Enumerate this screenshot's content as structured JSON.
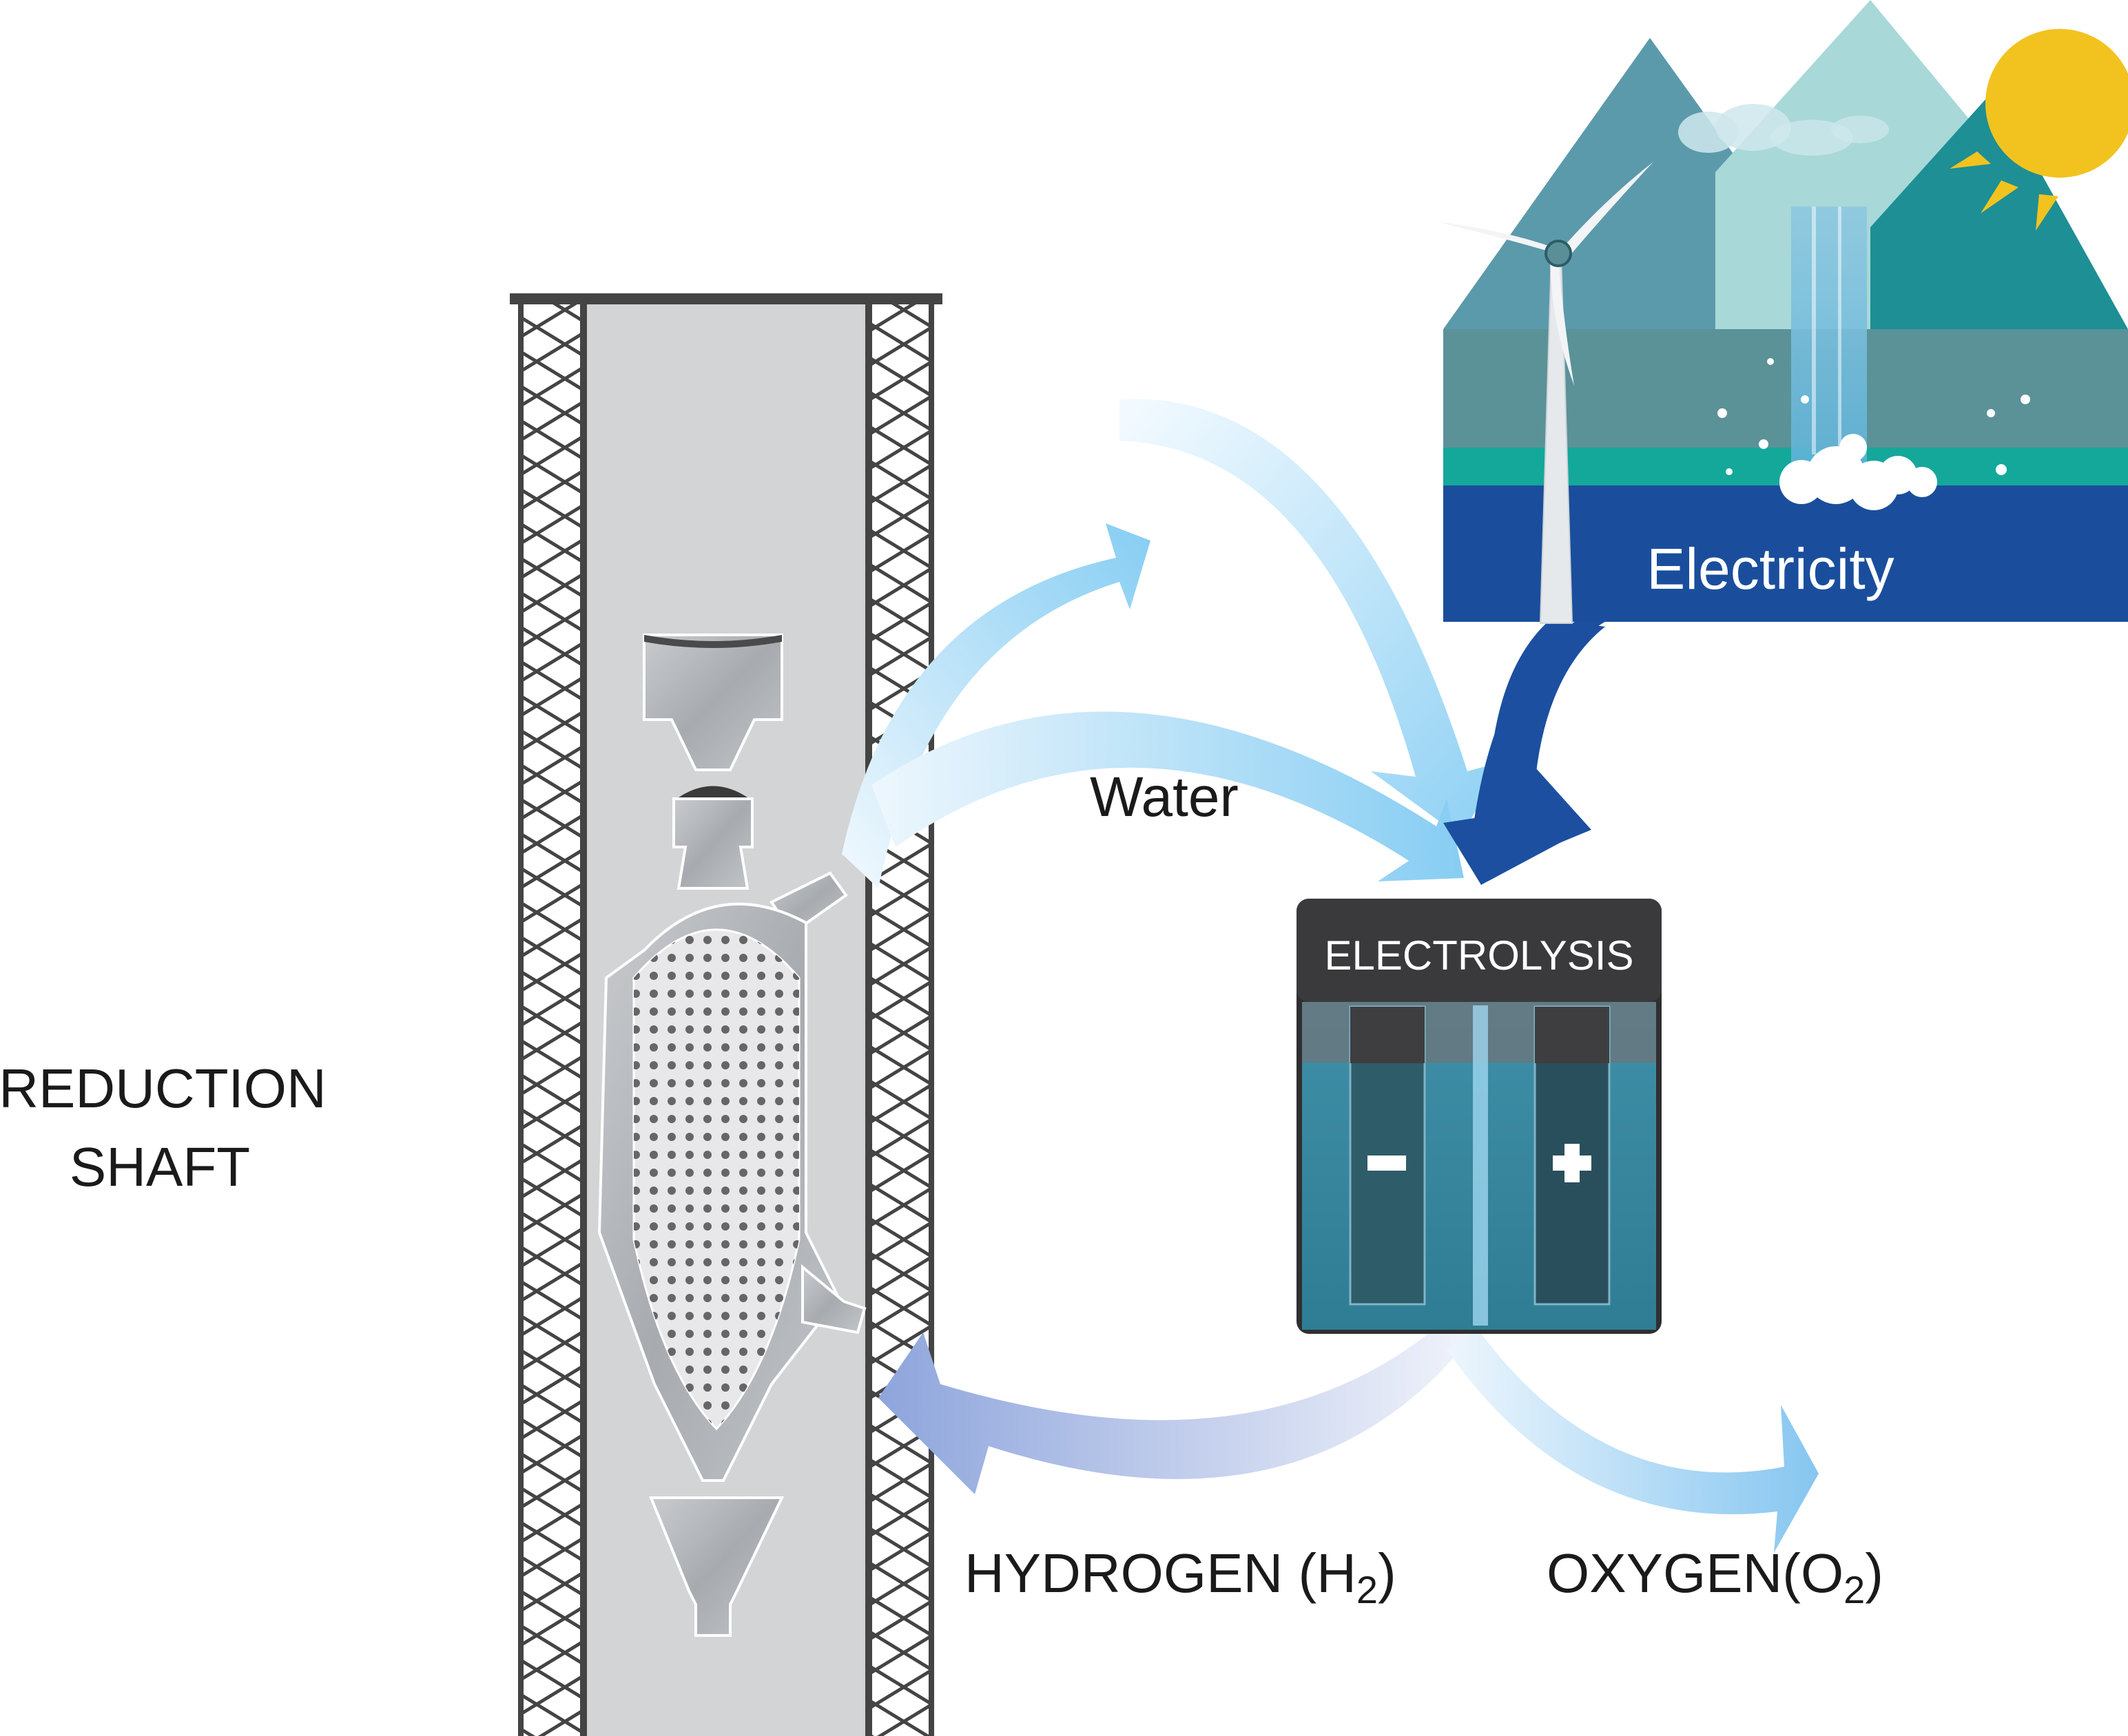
{
  "labels": {
    "reduction_line1": "REDUCTION",
    "reduction_line2": "SHAFT",
    "water": "Water",
    "electricity": "Electricity",
    "electrolysis": "ELECTROLYSIS",
    "hydrogen_prefix": "HYDROGEN (H",
    "hydrogen_sub": "2",
    "hydrogen_suffix": ")",
    "oxygen_prefix": "OXYGEN(O",
    "oxygen_sub": "2",
    "oxygen_suffix": ")",
    "minus": "−",
    "plus": "+"
  },
  "colors": {
    "shaft_frame": "#444444",
    "shaft_fill": "#d3d4d6",
    "reactor_metal": "#b9bcc0",
    "water_arrow": "#8ccff4",
    "electricity_arrow": "#1c4fa0",
    "hydrogen_arrow": "#9aaee0",
    "electrolysis_header": "#3a3a3c",
    "electrolysis_water": "#3b8da6",
    "mountain_a": "#5b9aab",
    "mountain_b": "#a8d8d8",
    "mountain_c": "#1d8f95",
    "ground_band": "#5a9298",
    "teal_band": "#14a89a",
    "deep_band": "#1a4e9c",
    "sun": "#f2c31f"
  },
  "icons": [
    "wind-turbine-icon",
    "sun-icon",
    "waterfall-icon",
    "cloud-icon",
    "minus-icon",
    "plus-icon"
  ]
}
